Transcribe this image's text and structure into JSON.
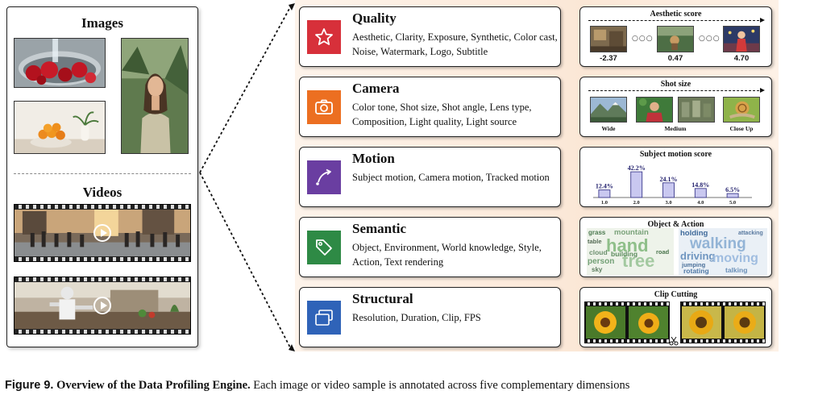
{
  "media": {
    "images_heading": "Images",
    "videos_heading": "Videos"
  },
  "dimensions": [
    {
      "title": "Quality",
      "desc": "Aesthetic, Clarity, Exposure, Synthetic, Color cast, Noise, Watermark, Logo, Subtitle",
      "icon": "star-icon",
      "color": "#d7303a"
    },
    {
      "title": "Camera",
      "desc": "Color tone, Shot size, Shot angle, Lens type, Composition,  Light quality, Light source",
      "icon": "camera-icon",
      "color": "#ec6f21"
    },
    {
      "title": "Motion",
      "desc": "Subject motion, Camera motion, Tracked motion",
      "icon": "motion-arrow-icon",
      "color": "#6a3ea1"
    },
    {
      "title": "Semantic",
      "desc": "Object, Environment, World knowledge, Style, Action, Text rendering",
      "icon": "tag-icon",
      "color": "#2e8a45"
    },
    {
      "title": "Structural",
      "desc": "Resolution, Duration, Clip, FPS",
      "icon": "layers-icon",
      "color": "#2f63b8"
    }
  ],
  "examples": {
    "aesthetic": {
      "title": "Aesthetic score",
      "scores": [
        "-2.37",
        "0.47",
        "4.70"
      ],
      "ellipsis": "○○○"
    },
    "shot": {
      "title": "Shot size",
      "labels": [
        "Wide",
        "Medium",
        "Close Up"
      ]
    },
    "motion": {
      "title": "Subject motion score"
    },
    "object_action": {
      "title": "Object & Action",
      "left_words": [
        "grass",
        "mountain",
        "hand",
        "table",
        "tree",
        "building",
        "cloud",
        "road",
        "person",
        "sky"
      ],
      "right_words": [
        "holding",
        "attacking",
        "walking",
        "driving",
        "jumping",
        "moving",
        "rotating",
        "talking"
      ]
    },
    "clip": {
      "title": "Clip Cutting"
    }
  },
  "chart_data": {
    "type": "bar",
    "title": "Subject motion score",
    "categories": [
      "1.0",
      "2.0",
      "3.0",
      "4.0",
      "5.0"
    ],
    "values": [
      12.4,
      42.2,
      24.1,
      14.8,
      6.5
    ],
    "data_labels": [
      "12.4%",
      "42.2%",
      "24.1%",
      "14.8%",
      "6.5%"
    ],
    "xlabel": "",
    "ylabel": "",
    "ylim": [
      0,
      45
    ],
    "bar_color": "#c9c8f0",
    "bar_edge_color": "#3c3a8c",
    "grid": false
  },
  "caption": {
    "label": "Figure 9.",
    "title": "Overview of the Data Profiling Engine.",
    "text": "Each image or video sample is annotated across five complementary dimensions"
  }
}
